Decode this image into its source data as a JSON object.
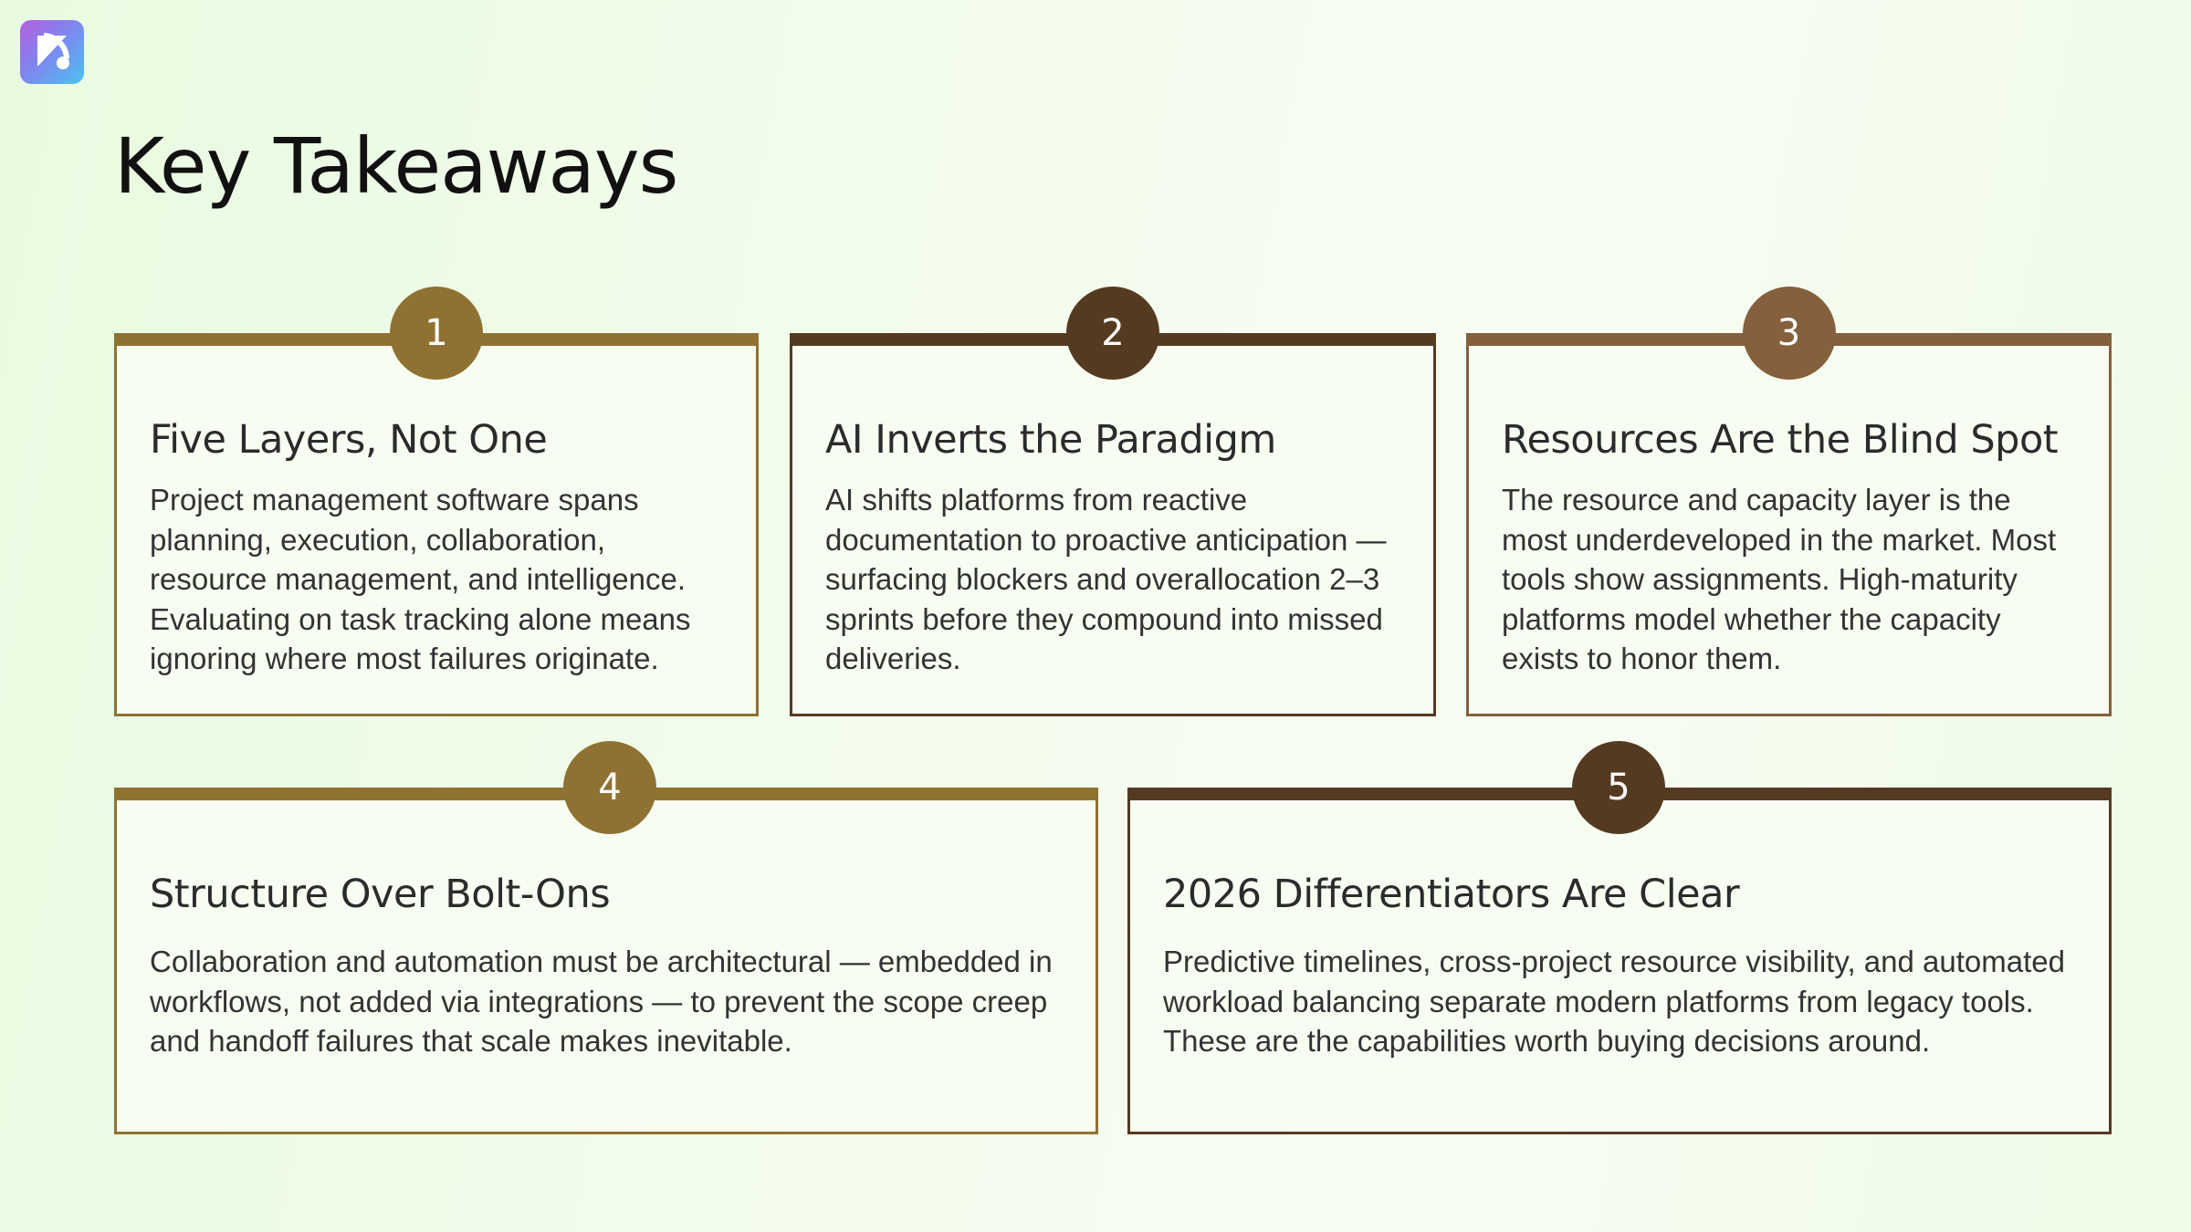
{
  "logo": {
    "icon": "app-logo-icon"
  },
  "page": {
    "title": "Key Takeaways"
  },
  "cards": [
    {
      "number": "1",
      "title": "Five Layers, Not One",
      "body": "Project management software spans planning, execution, collaboration, resource management, and intelligence. Evaluating on task tracking alone means ignoring where most failures originate.",
      "color": "#8f7232"
    },
    {
      "number": "2",
      "title": "AI Inverts the Paradigm",
      "body": "AI shifts platforms from reactive documentation to proactive anticipation — surfacing blockers and overallocation 2–3 sprints before they compound into missed deliveries.",
      "color": "#553a22"
    },
    {
      "number": "3",
      "title": "Resources Are the Blind Spot",
      "body": "The resource and capacity layer is the most underdeveloped in the market. Most tools show assignments. High-maturity platforms model whether the capacity exists to honor them.",
      "color": "#85603c"
    },
    {
      "number": "4",
      "title": "Structure Over Bolt-Ons",
      "body": "Collaboration and automation must be architectural — embedded in workflows, not added via integrations — to prevent the scope creep and handoff failures that scale makes inevitable.",
      "color": "#8f7232"
    },
    {
      "number": "5",
      "title": "2026 Differentiators Are Clear",
      "body": "Predictive timelines, cross-project resource visibility, and automated workload balancing separate modern platforms from legacy tools. These are the capabilities worth buying decisions around.",
      "color": "#553a22"
    }
  ]
}
